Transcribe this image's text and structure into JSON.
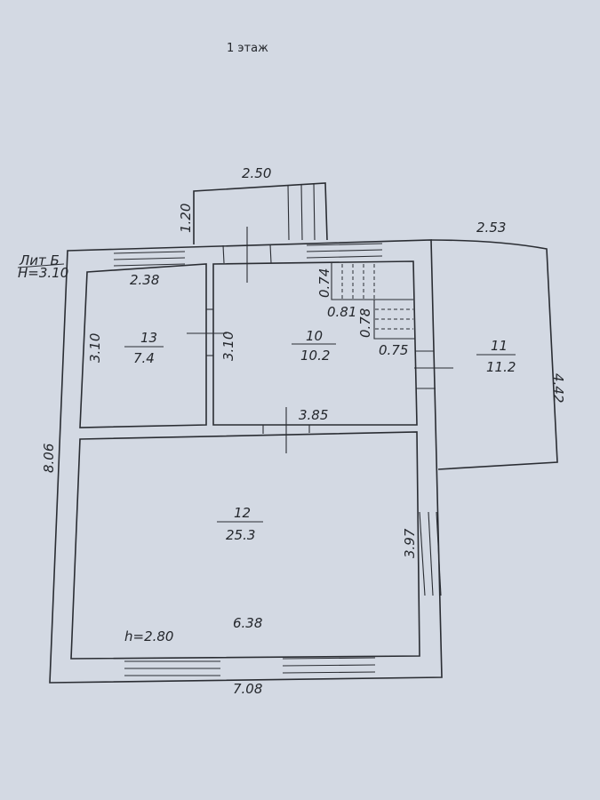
{
  "title": "1 этаж",
  "building": {
    "letter": "Лит Б",
    "height": "H=3.10"
  },
  "rooms": [
    {
      "number": "13",
      "area": "7.4"
    },
    {
      "number": "10",
      "area": "10.2"
    },
    {
      "number": "11",
      "area": "11.2"
    },
    {
      "number": "12",
      "area": "25.3"
    }
  ],
  "room12_height": "h=2.80",
  "dimensions": {
    "porch_width": "2.50",
    "porch_depth": "1.20",
    "annex_width": "2.53",
    "annex_depth": "4.42",
    "room13_width": "2.38",
    "room13_depth": "3.10",
    "room10_depth": "3.10",
    "room10_width": "3.85",
    "stair_a": "0.74",
    "stair_b": "0.81",
    "stair_c": "0.78",
    "stair_d": "0.75",
    "total_depth": "8.06",
    "room12_depth": "3.97",
    "room12_width": "6.38",
    "total_width": "7.08"
  }
}
